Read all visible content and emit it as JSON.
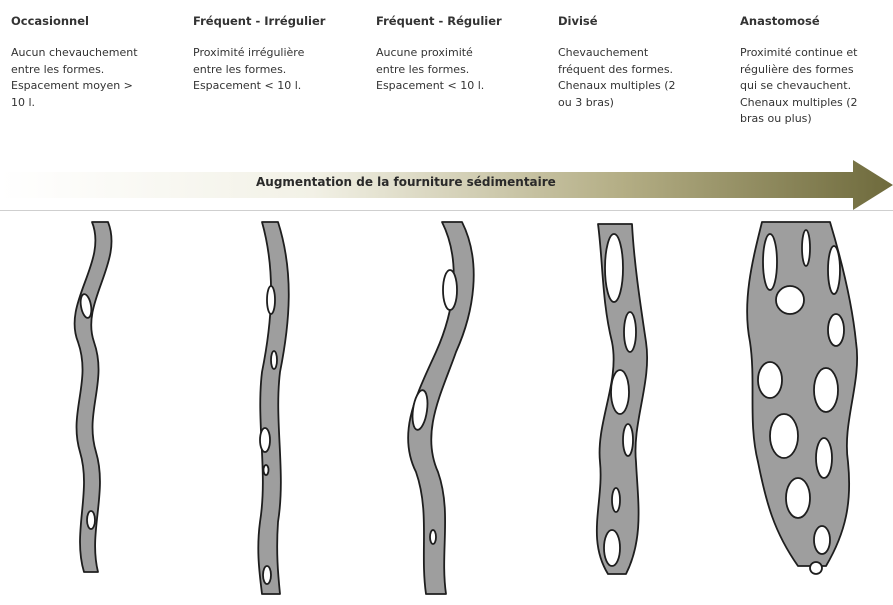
{
  "columns": [
    {
      "title": "Occasionnel",
      "lines": [
        "Aucun chevauchement",
        "entre les formes.",
        "Espacement moyen >",
        "10 l."
      ]
    },
    {
      "title": "Fréquent - Irrégulier",
      "lines": [
        "Proximité irrégulière",
        "entre les formes.",
        "Espacement < 10 l."
      ]
    },
    {
      "title": "Fréquent - Régulier",
      "lines": [
        "Aucune proximité",
        "entre les formes.",
        "Espacement < 10 l."
      ]
    },
    {
      "title": "Divisé",
      "lines": [
        "Chevauchement",
        "fréquent des formes.",
        "Chenaux multiples (2",
        "ou 3 bras)"
      ]
    },
    {
      "title": "Anastomosé",
      "lines": [
        "Proximité continue et",
        "régulière des formes",
        "qui se chevauchent.",
        "Chenaux multiples (2",
        "bras ou plus)"
      ]
    }
  ],
  "arrow": {
    "label": "Augmentation de la fourniture sédimentaire"
  },
  "colors": {
    "channel_fill": "#9e9e9e",
    "channel_stroke": "#1e1e1e",
    "arrow_dark": "#6e6a3c"
  }
}
